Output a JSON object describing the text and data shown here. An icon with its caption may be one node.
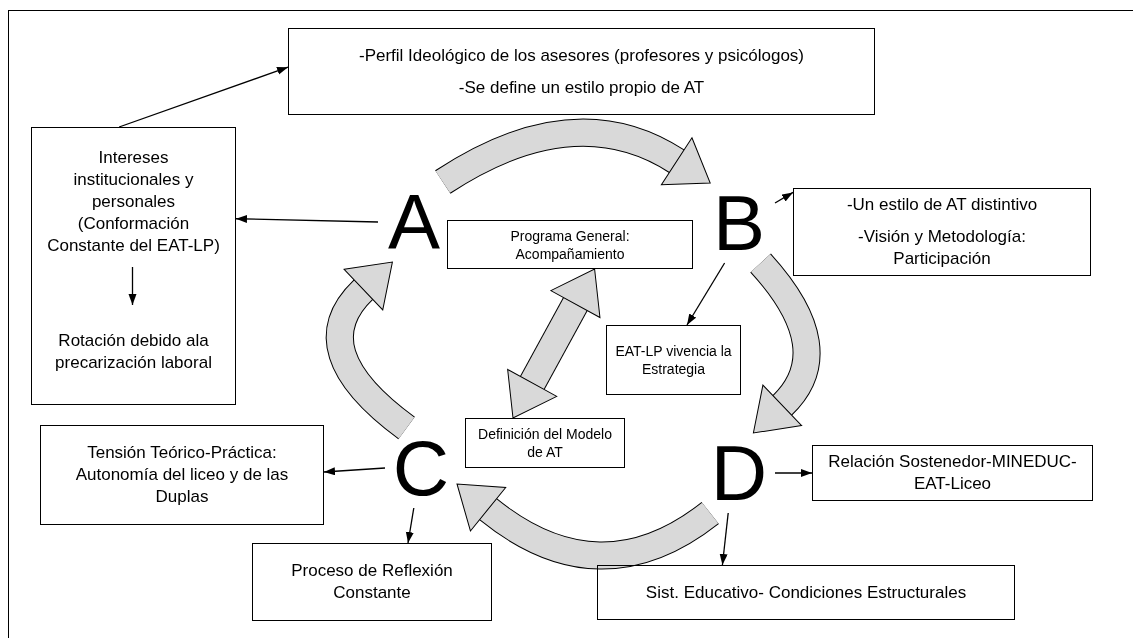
{
  "diagram": {
    "nodes": [
      {
        "text": [
          "-Perfil Ideológico de los asesores (profesores y psicólogos)",
          "-Se define un estilo propio de AT"
        ]
      },
      {
        "text": [],
        "shape": "box"
      },
      {
        "text": [
          "Intereses institucionales y personales (Conformación Constante del EAT-LP)"
        ],
        "in": 1
      },
      {
        "text": [
          "Rotación debido ala precarización laboral"
        ],
        "in": 1
      },
      {
        "text": [
          "A"
        ]
      },
      {
        "text": [
          "Programa General: Acompañamiento"
        ]
      },
      {
        "text": [
          "B"
        ]
      },
      {
        "text": [
          "-Un estilo de AT distintivo",
          "-Visión y Metodología: Participación"
        ]
      },
      {
        "text": [
          "EAT-LP vivencia la Estrategia"
        ]
      },
      {
        "text": [
          "Definición del Modelo de AT"
        ]
      },
      {
        "text": [
          "C"
        ]
      },
      {
        "text": [
          "Tensión Teórico-Práctica: Autonomía del liceo y de las Duplas"
        ]
      },
      {
        "text": [
          "D"
        ]
      },
      {
        "text": [
          "Relación Sostenedor-MINEDUC- EAT-Liceo"
        ]
      },
      {
        "text": [
          "Proceso de Reflexión Constante"
        ]
      },
      {
        "text": [
          "Sist. Educativo- Condiciones Estructurales"
        ]
      }
    ],
    "edges": [
      {
        "from": 1,
        "to": 0,
        "arrow": "to"
      },
      {
        "from": 4,
        "to": 1,
        "arrow": "to"
      },
      {
        "from": 2,
        "to": 3,
        "arrow": "to"
      },
      {
        "from": 6,
        "to": 7,
        "arrow": "to"
      },
      {
        "from": 6,
        "to": 8,
        "arrow": "to"
      },
      {
        "from": 10,
        "to": 11,
        "arrow": "to"
      },
      {
        "from": 10,
        "to": 14,
        "arrow": "to"
      },
      {
        "from": 12,
        "to": 13,
        "arrow": "to"
      },
      {
        "from": 12,
        "to": 15,
        "arrow": "to"
      },
      {
        "from": 9,
        "to": 5,
        "arrow": "both",
        "style": "thick",
        "color": "#d9d9d9"
      },
      {
        "from": 4,
        "to": 6,
        "arrow": "to",
        "style": "thick",
        "color": "#d9d9d9"
      },
      {
        "from": 6,
        "to": 12,
        "arrow": "to",
        "style": "thick",
        "color": "#d9d9d9"
      },
      {
        "from": 12,
        "to": 10,
        "arrow": "to",
        "style": "thick",
        "color": "#d9d9d9"
      },
      {
        "from": 10,
        "to": 4,
        "arrow": "to",
        "style": "thick",
        "color": "#d9d9d9"
      }
    ]
  }
}
